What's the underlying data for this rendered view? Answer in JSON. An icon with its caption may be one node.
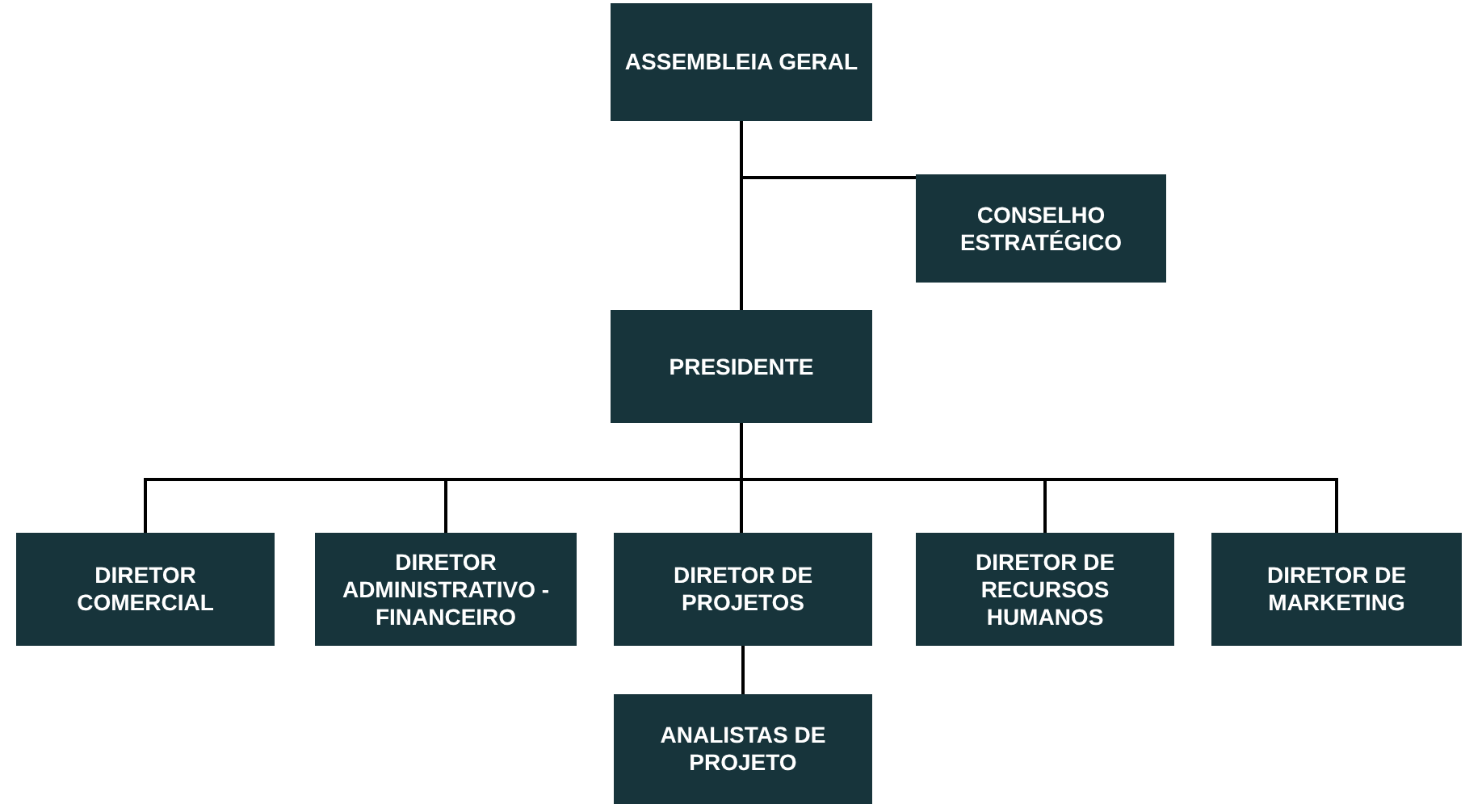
{
  "diagram": {
    "nodes": [
      {
        "text": [
          "ASSEMBLEIA GERAL"
        ]
      },
      {
        "text": [
          "CONSELHO ESTRATÉGICO"
        ]
      },
      {
        "text": [
          "PRESIDENTE"
        ]
      },
      {
        "text": [
          "DIRETOR COMERCIAL"
        ]
      },
      {
        "text": [
          "DIRETOR ADMINISTRATIVO - FINANCEIRO"
        ]
      },
      {
        "text": [
          "DIRETOR DE PROJETOS"
        ]
      },
      {
        "text": [
          "DIRETOR DE RECURSOS HUMANOS"
        ]
      },
      {
        "text": [
          "DIRETOR DE MARKETING"
        ]
      },
      {
        "text": [
          "ANALISTAS DE PROJETO"
        ]
      }
    ],
    "edges": [
      {
        "from": 0,
        "to": 2,
        "arrow": "none"
      },
      {
        "from": 0,
        "to": 1,
        "arrow": "none"
      },
      {
        "from": 2,
        "to": 3,
        "arrow": "none"
      },
      {
        "from": 2,
        "to": 4,
        "arrow": "none"
      },
      {
        "from": 2,
        "to": 5,
        "arrow": "none"
      },
      {
        "from": 2,
        "to": 6,
        "arrow": "none"
      },
      {
        "from": 2,
        "to": 7,
        "arrow": "none"
      },
      {
        "from": 5,
        "to": 8,
        "arrow": "none"
      }
    ]
  }
}
